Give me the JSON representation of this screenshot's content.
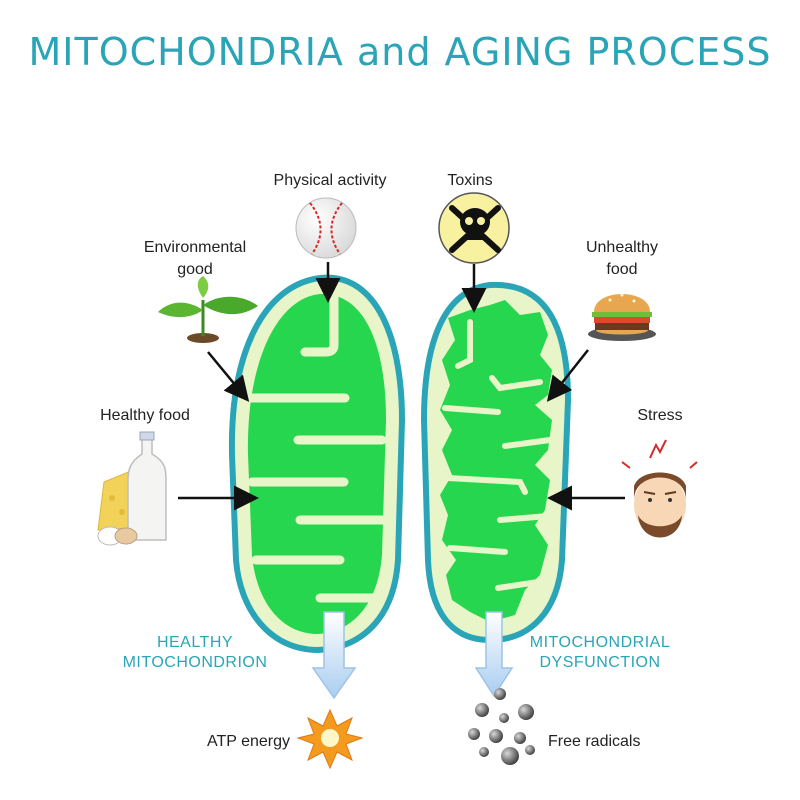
{
  "title": "MITOCHONDRIA and AGING PROCESS",
  "left_factors": {
    "physical_activity": "Physical activity",
    "environmental_good_line1": "Environmental",
    "environmental_good_line2": "good",
    "healthy_food": "Healthy food"
  },
  "right_factors": {
    "toxins": "Toxins",
    "unhealthy_food_line1": "Unhealthy",
    "unhealthy_food_line2": "food",
    "stress": "Stress"
  },
  "healthy": {
    "line1": "HEALTHY",
    "line2": "MITOCHONDRION",
    "output": "ATP energy"
  },
  "dysfunction": {
    "line1": "MITOCHONDRIAL",
    "line2": "DYSFUNCTION",
    "output": "Free radicals"
  },
  "colors": {
    "accent": "#2aa5b8",
    "matrix": "#27d64f",
    "membrane_outer": "#2aa5b8",
    "intermembrane": "#e8f5c8"
  }
}
